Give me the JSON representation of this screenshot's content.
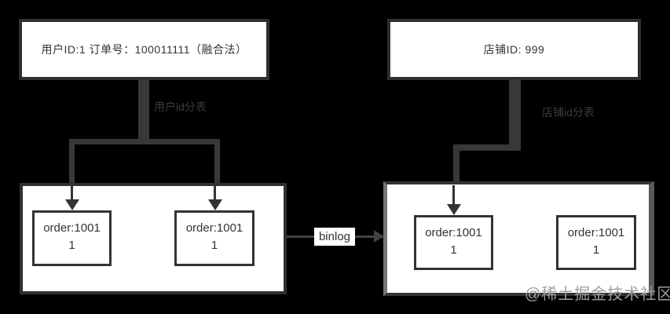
{
  "diagram": {
    "top_left_box": {
      "label": "用户ID:1  订单号：100011111（融合法）"
    },
    "top_right_box": {
      "label": "店铺ID: 999"
    },
    "left_edge_label": "用户id分表",
    "right_edge_label": "店铺id分表",
    "binlog_label": "binlog",
    "left_container": {
      "boxes": [
        {
          "line1": "order:1001",
          "line2": "1"
        },
        {
          "line1": "order:1001",
          "line2": "1"
        }
      ]
    },
    "right_container": {
      "boxes": [
        {
          "line1": "order:1001",
          "line2": "1"
        },
        {
          "line1": "order:1001",
          "line2": "1"
        }
      ]
    },
    "watermark": "@稀土掘金技术社区",
    "colors": {
      "background": "#000000",
      "connector": "#383838",
      "box_border": "#333333",
      "box_fill": "#ffffff",
      "text": "#333333",
      "watermark": "#9e9e9e"
    }
  }
}
